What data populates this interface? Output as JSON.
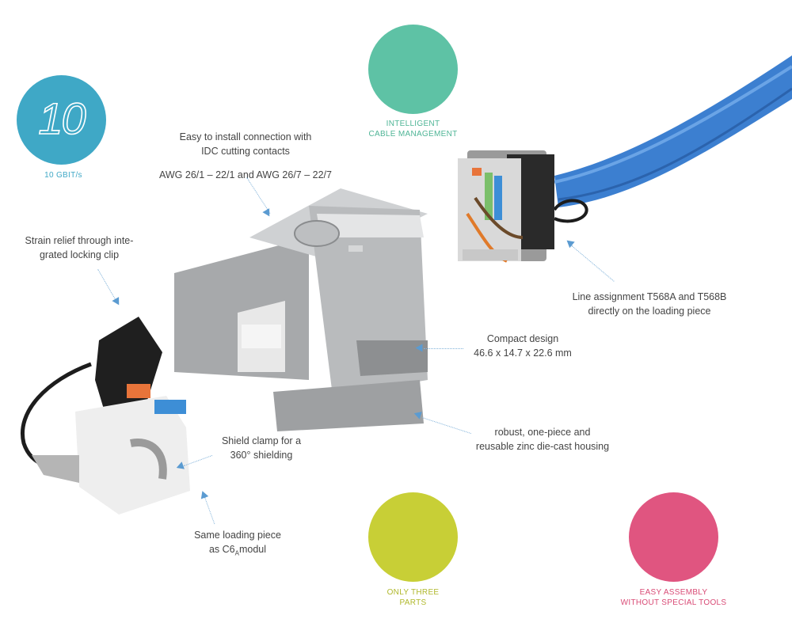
{
  "features": {
    "speed": {
      "glyph": "10",
      "label": "10 GBIT/s",
      "color": "#3fa8c6"
    },
    "cable_management": {
      "label_line1": "INTELLIGENT",
      "label_line2": "CABLE MANAGEMENT",
      "color": "#5ec2a5"
    },
    "parts": {
      "label_line1": "ONLY THREE",
      "label_line2": "PARTS",
      "color": "#c8cf36"
    },
    "assembly": {
      "label_line1": "EASY ASSEMBLY",
      "label_line2": "WITHOUT SPECIAL TOOLS",
      "color": "#e05580"
    }
  },
  "annotations": {
    "idc": {
      "line1": "Easy to install connection with",
      "line2": "IDC cutting contacts",
      "line3": "AWG 26/1 – 22/1 and AWG 26/7 – 22/7"
    },
    "strain": {
      "line1": "Strain relief through inte-",
      "line2": "grated locking clip"
    },
    "line_assignment": {
      "line1": "Line assignment T568A and T568B",
      "line2": "directly on the loading piece"
    },
    "compact": {
      "line1": "Compact design",
      "line2": "46.6 x 14.7 x 22.6 mm"
    },
    "housing": {
      "line1": "robust, one-piece and",
      "line2": "reusable zinc die-cast housing"
    },
    "shield": {
      "line1": "Shield clamp for a",
      "line2": "360° shielding"
    },
    "loading": {
      "line1": "Same loading piece",
      "line2_prefix": "as C6",
      "line2_sub": "A",
      "line2_suffix": "modul"
    }
  }
}
